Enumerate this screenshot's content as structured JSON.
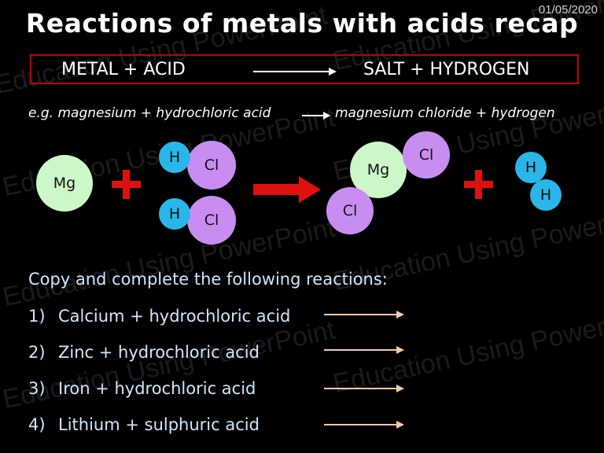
{
  "date": "01/05/2020",
  "title": "Reactions of metals with acids recap",
  "equation": {
    "left": "METAL  +  ACID",
    "right": "SALT + HYDROGEN"
  },
  "example": {
    "left": "e.g. magnesium + hydrochloric acid",
    "right": "magnesium chloride + hydrogen"
  },
  "diagram": {
    "reactant_metal": "Mg",
    "acid_atoms": [
      "H",
      "Cl",
      "H",
      "Cl"
    ],
    "product_salt": [
      "Mg",
      "Cl",
      "Cl"
    ],
    "product_gas": [
      "H",
      "H"
    ]
  },
  "watermark_text": "Education Using PowerPoint",
  "prompt": "Copy and complete the following reactions:",
  "reactions": [
    {
      "num": "1)",
      "text": "Calcium + hydrochloric acid"
    },
    {
      "num": "2)",
      "text": "Zinc + hydrochloric acid"
    },
    {
      "num": "3)",
      "text": "Iron + hydrochloric acid"
    },
    {
      "num": "4)",
      "text": "Lithium + sulphuric acid"
    }
  ],
  "colors": {
    "background": "#000000",
    "accent_red": "#e01010",
    "magnesium": "#ccf7c8",
    "chlorine": "#c98df2",
    "hydrogen": "#2ab6e8",
    "answer_arrow": "#f4c9a6"
  }
}
